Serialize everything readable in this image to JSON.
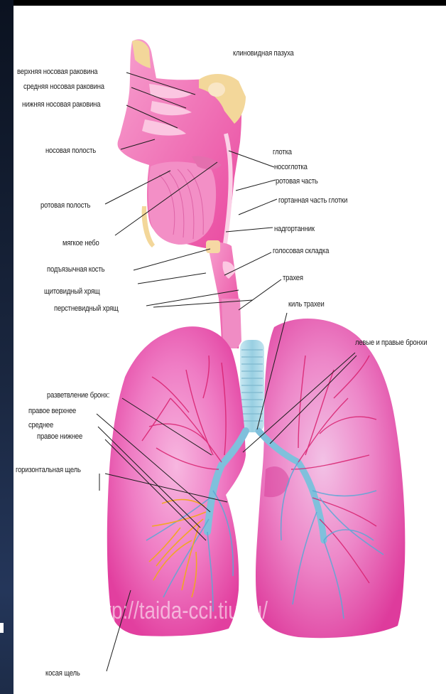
{
  "labels": {
    "sphenoid_sinus": "клиновидная пазуха",
    "upper_concha": "верхняя носовая раковина",
    "middle_concha": "средняя носовая раковина",
    "lower_concha": "нижняя носовая раковина",
    "nasal_cavity": "носовая полость",
    "pharynx": "глотка",
    "nasopharynx": "носоглотка",
    "oral_part": "ротовая часть",
    "laryngopharynx": "гортанная часть глотки",
    "oral_cavity": "ротовая полость",
    "epiglottis": "надгортанник",
    "soft_palate": "мягкое небо",
    "vocal_fold": "голосовая складка",
    "hyoid": "подъязычная кость",
    "trachea": "трахея",
    "thyroid_cartilage": "щитовидный хрящ",
    "cricoid_cartilage": "перстневидный хрящ",
    "carina": "киль трахеи",
    "bronchi": "левые и правые бронхи",
    "branching": "разветвление бронх:",
    "right_upper": "правое верхнее",
    "middle": "среднее",
    "right_lower": "правое нижнее",
    "horizontal_fissure": "горизонтальная щель",
    "oblique_fissure": "косая щель"
  },
  "watermark": "http://taida-cci.tiu.ru/",
  "colors": {
    "tissue": "#f06cb0",
    "tissue_light": "#f7a8d2",
    "lung": "#ec55b0",
    "trachea_rings": "#a9d6e6",
    "bone": "#f3d79a",
    "vessel_red": "#d8206e",
    "vessel_blue": "#5aa8d6",
    "vessel_yellow": "#f2a81c"
  }
}
